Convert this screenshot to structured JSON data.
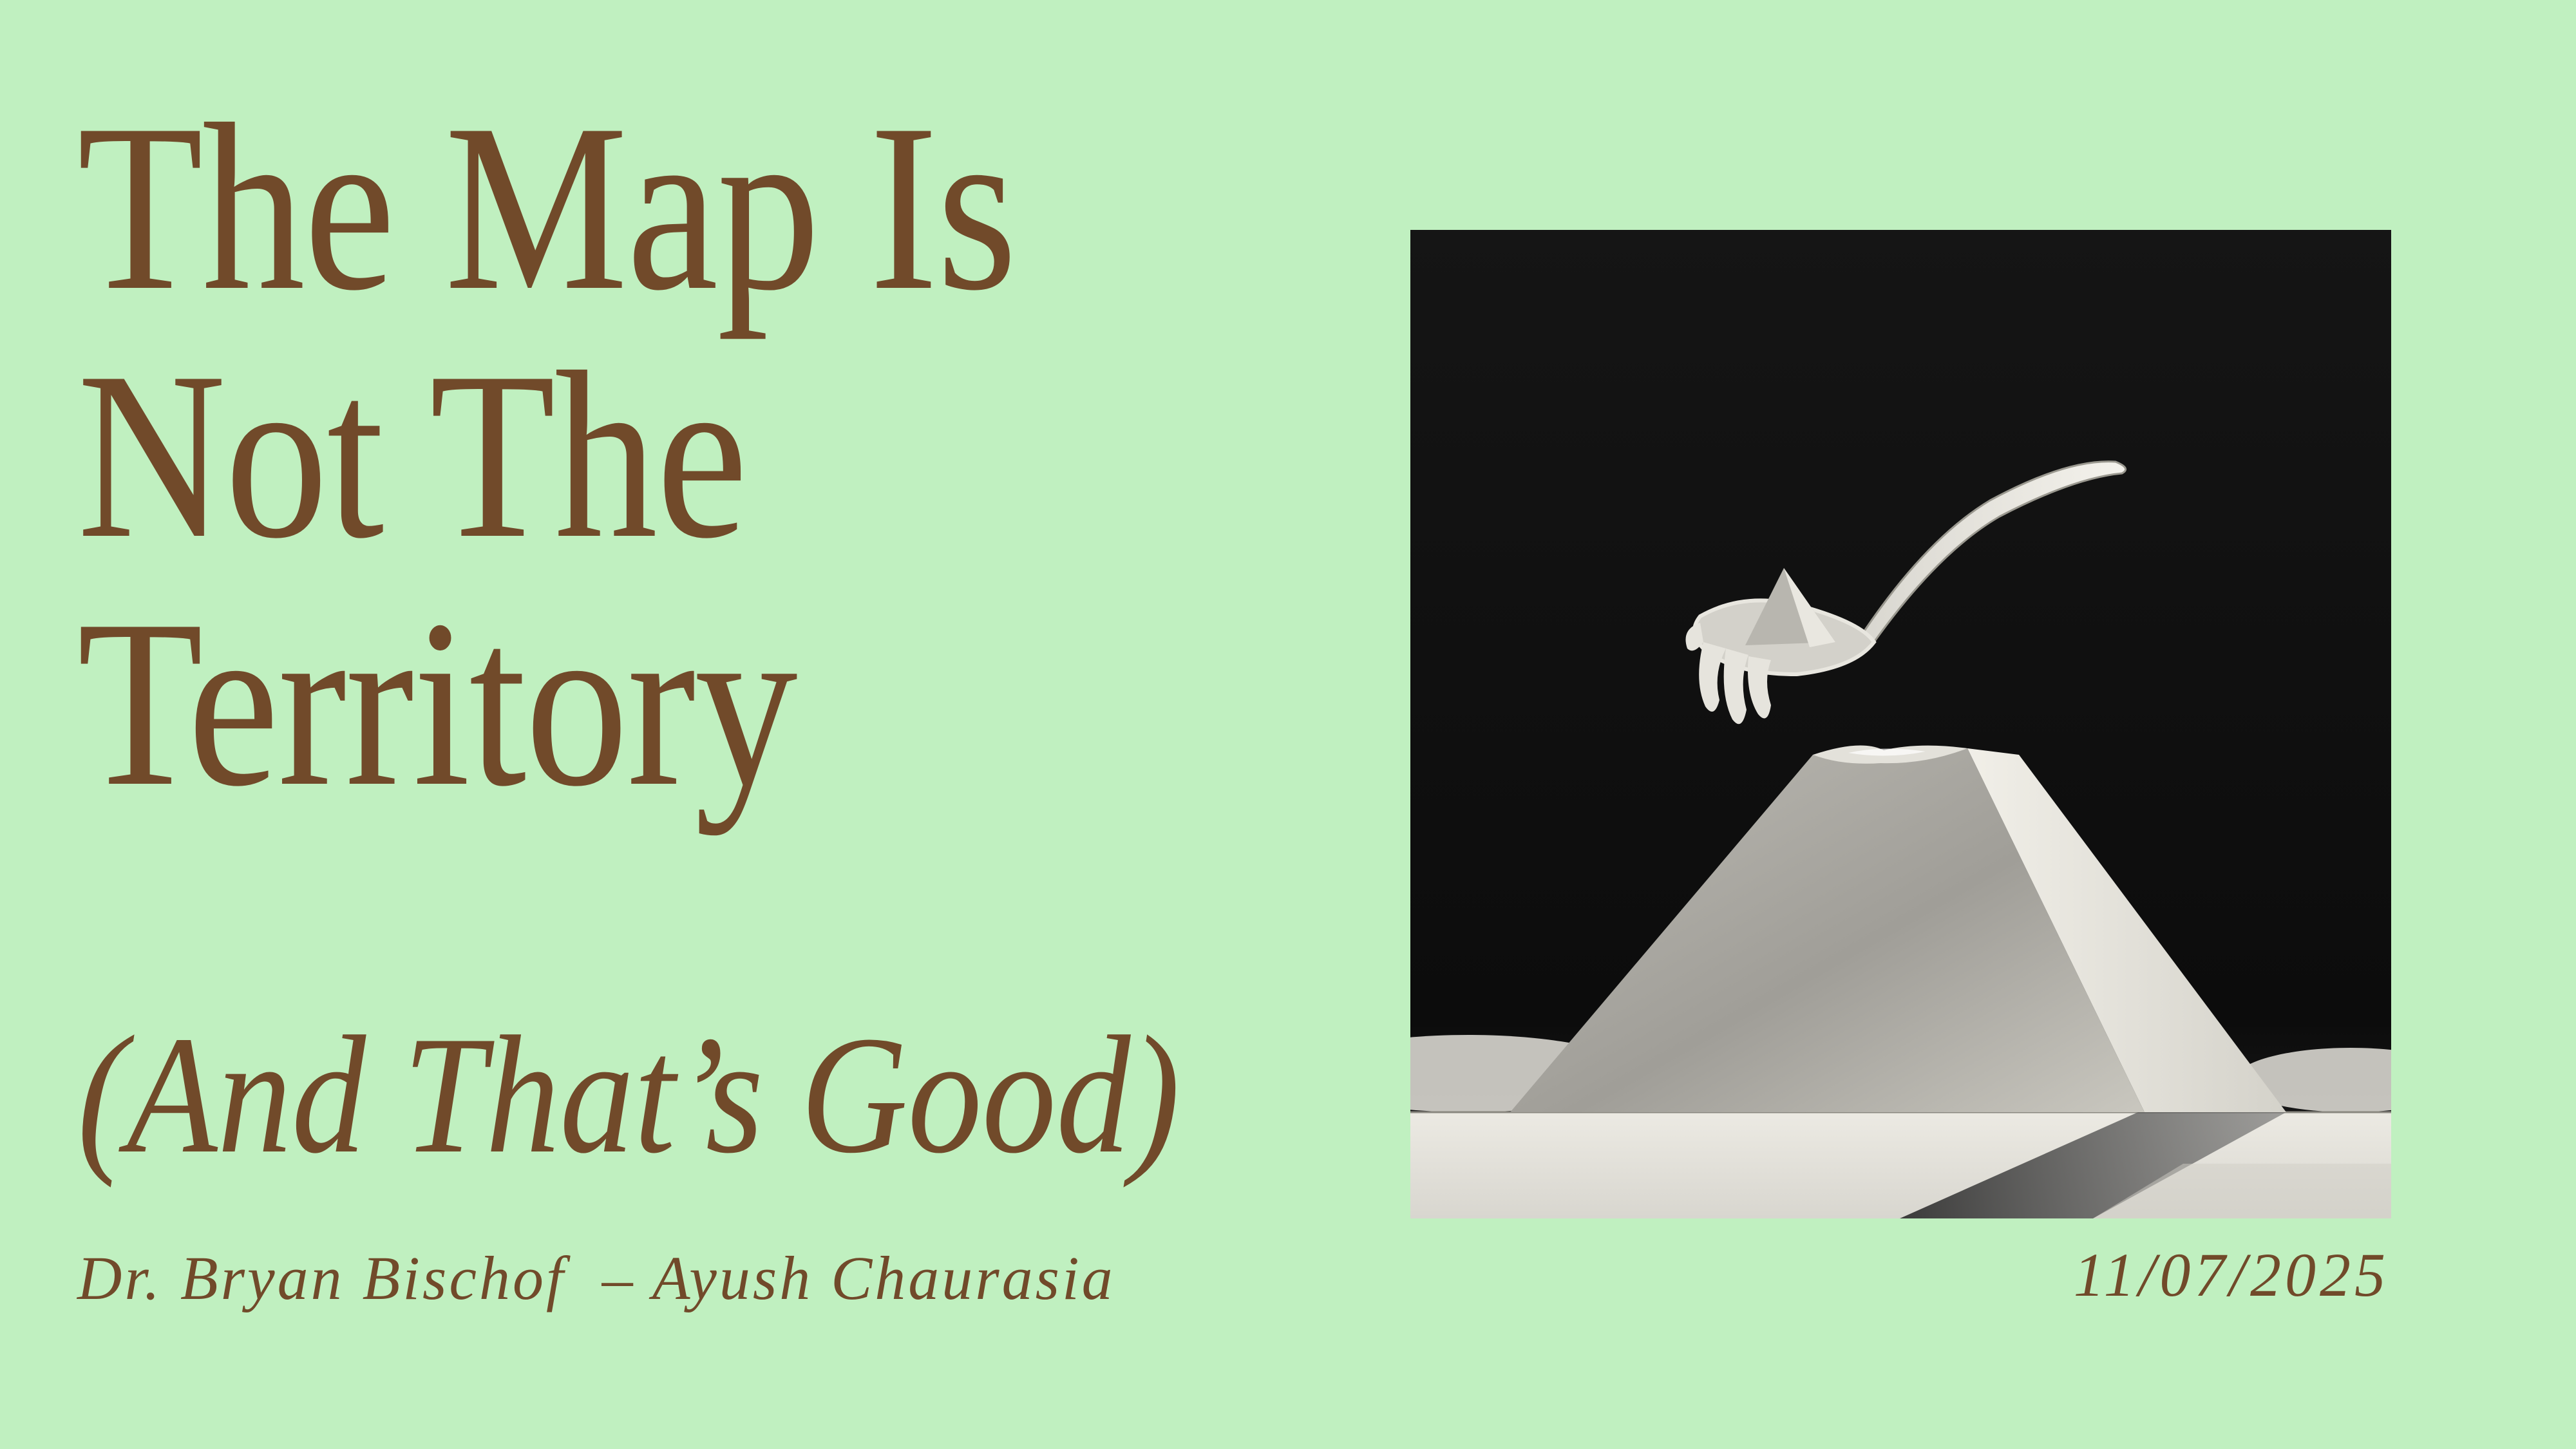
{
  "slide": {
    "title_lines": [
      "The Map Is",
      "Not The",
      "Territory"
    ],
    "subtitle": "(And That’s Good)",
    "authors": "Dr. Bryan Bischof  – Ayush Chaurasia",
    "date": "11/07/2025",
    "artwork_icon": "spoon-scooping-mountain-peak-illustration"
  },
  "colors": {
    "background": "#c0f0c0",
    "text": "#714a2a",
    "artwork_dark": "#111111",
    "artwork_light": "#e8e6df"
  }
}
